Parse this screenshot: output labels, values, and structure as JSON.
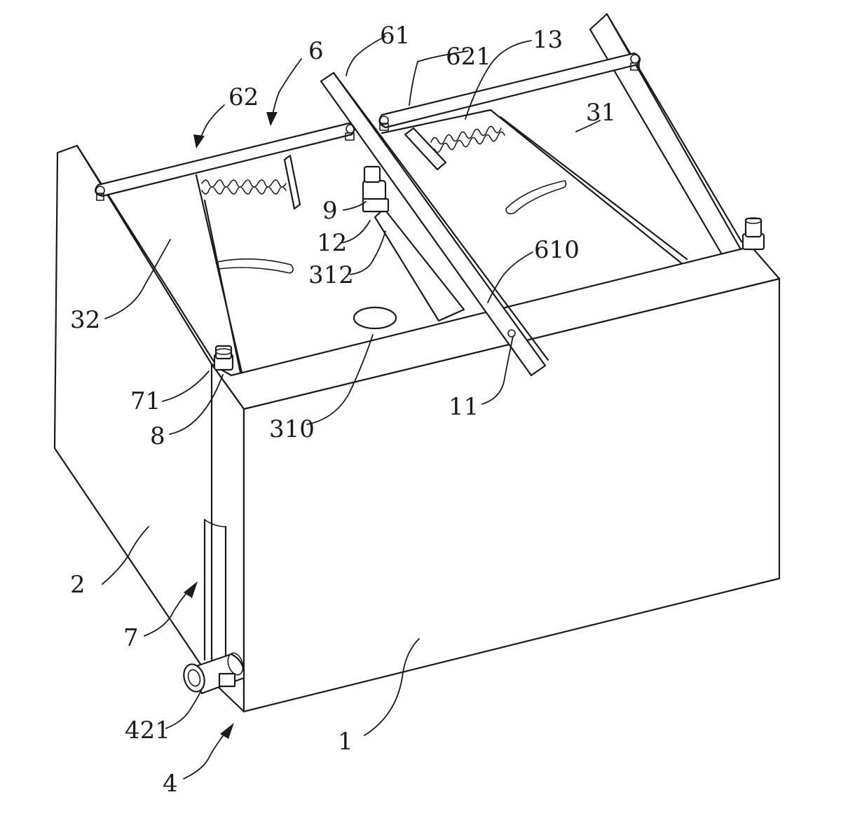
{
  "figure": {
    "labels": {
      "l1": "1",
      "l2": "2",
      "l4": "4",
      "l6": "6",
      "l7": "7",
      "l8": "8",
      "l9": "9",
      "l11": "11",
      "l12": "12",
      "l13": "13",
      "l31": "31",
      "l32": "32",
      "l61": "61",
      "l62": "62",
      "l71": "71",
      "l310": "310",
      "l312": "312",
      "l421": "421",
      "l610": "610",
      "l621": "621"
    }
  }
}
